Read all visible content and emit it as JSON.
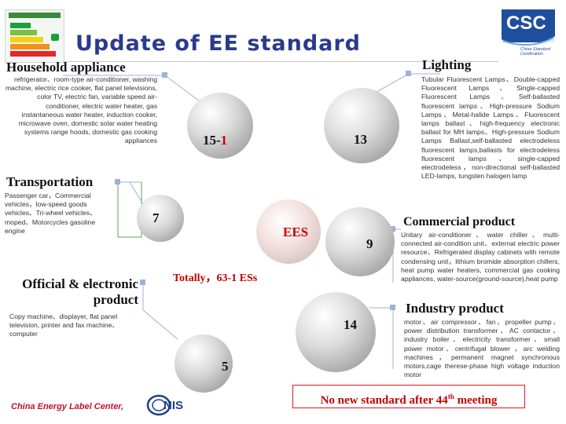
{
  "header": {
    "title": "Update of EE standard"
  },
  "categories": {
    "household": {
      "heading": "Household appliance",
      "items": "refrigerator、room-type air-conditioner, washing machine, electric rice cooker, flat panel televisions, color TV, electric fan, variable speed air-conditioner, electric water heater, gas instantaneous water heater, induction cooker, microwave oven, domestic solar water heating systems range hoods, domestic gas cooking appliances"
    },
    "lighting": {
      "heading": "Lighting",
      "items": "Tubular Fluorescent Lamps、Double-capped Fluorescent Lamps、Single-capped Fluorescent Lamps、Self-ballasted fluorescent lamps、High-pressure Sodium Lamps、Metal-halide Lamps、Fluorescent lamps ballast、high-frequency electronic ballast for MH lamps、High-pressure Sodium Lamps Ballast,self-ballasted electrodeless fluorescent lamps,ballasts for electrodeless fluorescent lamps、single-capped electrodeless，non-directional self-ballasted LED-lamps, tungsten halogen lamp"
    },
    "transportation": {
      "heading": "Transportation",
      "items": "Passenger car，Commercial vehicles，low-speed goods vehicles、Tri-wheel vehicles、moped、Motorcycles gasoline engine"
    },
    "commercial": {
      "heading": "Commercial product",
      "items": "Unitary air-conditioner、water chiller、multi-connected air-condition unit、external electric power resource、Refrigerated display cabinets with remote condensing unit，lithium bromide absorption chillers, heat pump water heaters, commercial gas cooking appliances, water-source(ground-source),heat pump"
    },
    "official": {
      "heading": "Official & electronic product",
      "items": "Copy machine、displayer, flat panel television, printer and fax machine、computer"
    },
    "industry": {
      "heading": "Industry product",
      "items": "motor、air compressor、fan、propeller pump、power distribution transformer、AC contactor、industry boiler、electricity transformer、small power motor、centrifugal blower ，arc welding machines，permanent magnet synchronous motors,cage therese-phase high voltage induction motor"
    }
  },
  "diagram": {
    "center_label": "EES",
    "household_count_prefix": "15-",
    "household_count_suffix": "1",
    "lighting_count": "13",
    "transportation_count": "7",
    "commercial_count": "9",
    "official_count": "5",
    "industry_count": "14",
    "total": "Totally，63-1 ESs"
  },
  "notice": {
    "prefix": "No new standard after 44",
    "superscript": "th",
    "suffix": " meeting"
  },
  "footer": {
    "org": "China Energy Label Center,",
    "logo_text": "NIS"
  },
  "logo": {
    "text": "CSC",
    "subtext": "China Standard Certification"
  },
  "colors": {
    "title": "#2a3a8c",
    "highlight_red": "#cc0000",
    "logo_blue": "#1f4f9c"
  }
}
